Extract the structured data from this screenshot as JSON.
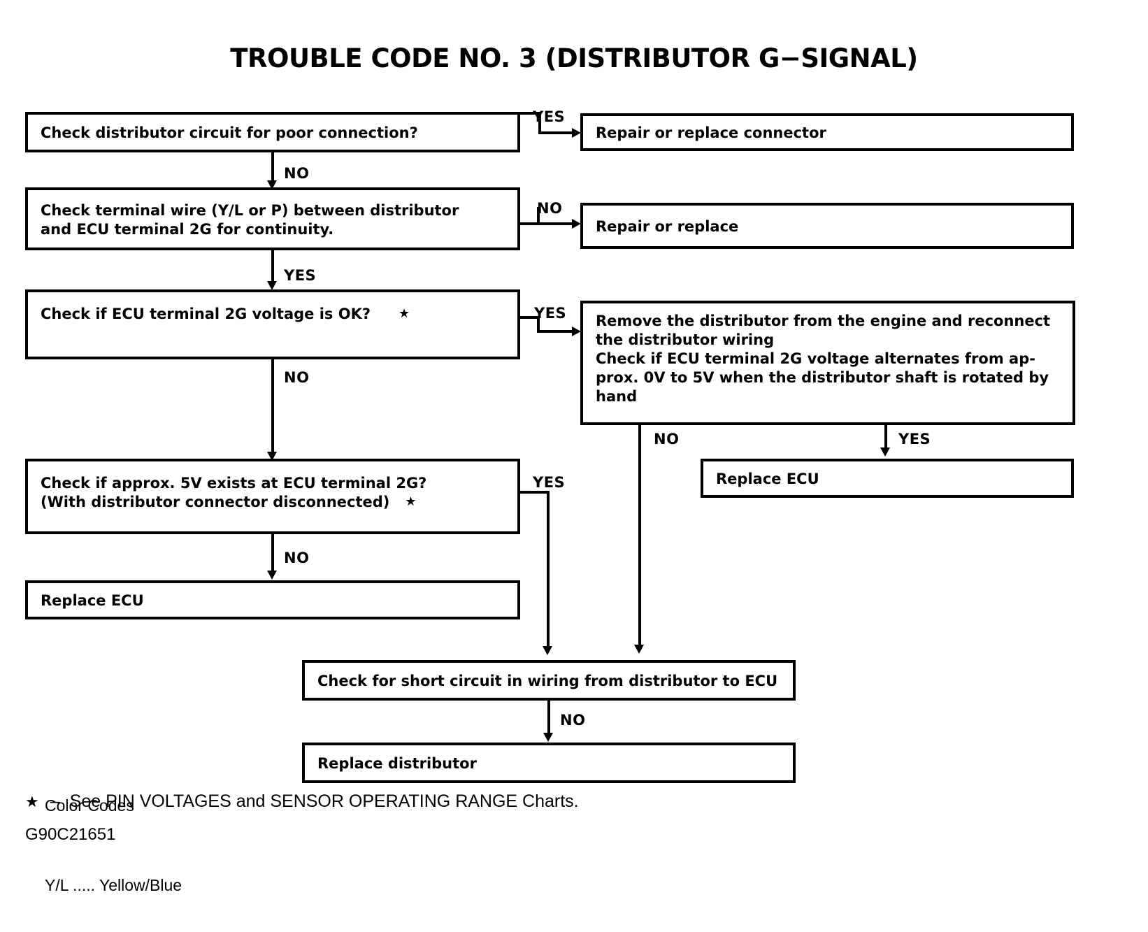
{
  "document": {
    "title": "TROUBLE CODE NO. 3 (DISTRIBUTOR G−SIGNAL)",
    "doc_id": "G90C21651"
  },
  "flowchart": {
    "type": "decision-tree",
    "boxes": {
      "check_poor_connection": "Check distributor circuit for poor connection?",
      "repair_replace_connector": "Repair or replace connector",
      "check_terminal_wire_line1": "Check terminal wire (Y/L or P) between distributor",
      "check_terminal_wire_line2": "and ECU terminal 2G for continuity.",
      "repair_or_replace": "Repair or replace",
      "check_2g_voltage_ok": "Check if ECU terminal 2G voltage is OK?",
      "remove_distributor_line1": "Remove the distributor from the engine and reconnect",
      "remove_distributor_line2": "the distributor wiring",
      "remove_distributor_line3": "Check if ECU terminal 2G voltage alternates from ap-",
      "remove_distributor_line4": "prox. 0V to 5V when the distributor shaft is rotated by",
      "remove_distributor_line5": "hand",
      "replace_ecu_right": "Replace ECU",
      "check_5v_line1": "Check if approx. 5V exists at ECU terminal 2G?",
      "check_5v_line2": "(With distributor connector disconnected)",
      "replace_ecu_left": "Replace ECU",
      "check_short_circuit": "Check for short circuit in wiring from distributor to ECU",
      "replace_distributor": "Replace distributor"
    },
    "branch_labels": {
      "b1_yes": "YES",
      "b1_no": "NO",
      "b2_no": "NO",
      "b2_yes": "YES",
      "b3_yes": "YES",
      "b3_no": "NO",
      "b4_no": "NO",
      "b4_yes": "YES",
      "b5_yes": "YES",
      "b5_no": "NO",
      "b6_no": "NO"
    },
    "star_marker": "★"
  },
  "legend": {
    "color_codes_title": "Color Codes",
    "color_codes_entry": "Y/L ..... Yellow/Blue"
  },
  "footnote": {
    "star": "★",
    "dash": "–",
    "text": "See PIN VOLTAGES and SENSOR OPERATING RANGE Charts."
  }
}
